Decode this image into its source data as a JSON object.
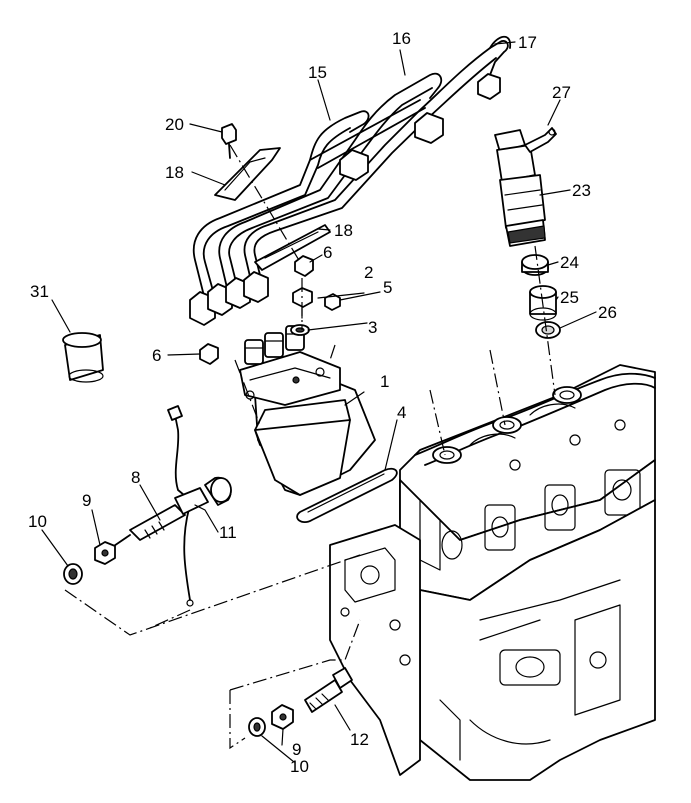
{
  "diagram": {
    "callouts": [
      {
        "id": "c1",
        "text": "1"
      },
      {
        "id": "c2",
        "text": "2"
      },
      {
        "id": "c3",
        "text": "3"
      },
      {
        "id": "c4",
        "text": "4"
      },
      {
        "id": "c5",
        "text": "5"
      },
      {
        "id": "c6a",
        "text": "6"
      },
      {
        "id": "c6b",
        "text": "6"
      },
      {
        "id": "c8",
        "text": "8"
      },
      {
        "id": "c9a",
        "text": "9"
      },
      {
        "id": "c9b",
        "text": "9"
      },
      {
        "id": "c10a",
        "text": "10"
      },
      {
        "id": "c10b",
        "text": "10"
      },
      {
        "id": "c11",
        "text": "11"
      },
      {
        "id": "c12",
        "text": "12"
      },
      {
        "id": "c15",
        "text": "15"
      },
      {
        "id": "c16",
        "text": "16"
      },
      {
        "id": "c17",
        "text": "17"
      },
      {
        "id": "c18a",
        "text": "18"
      },
      {
        "id": "c18b",
        "text": "18"
      },
      {
        "id": "c20",
        "text": "20"
      },
      {
        "id": "c23",
        "text": "23"
      },
      {
        "id": "c24",
        "text": "24"
      },
      {
        "id": "c25",
        "text": "25"
      },
      {
        "id": "c26",
        "text": "26"
      },
      {
        "id": "c27",
        "text": "27"
      },
      {
        "id": "c31",
        "text": "31"
      }
    ]
  }
}
